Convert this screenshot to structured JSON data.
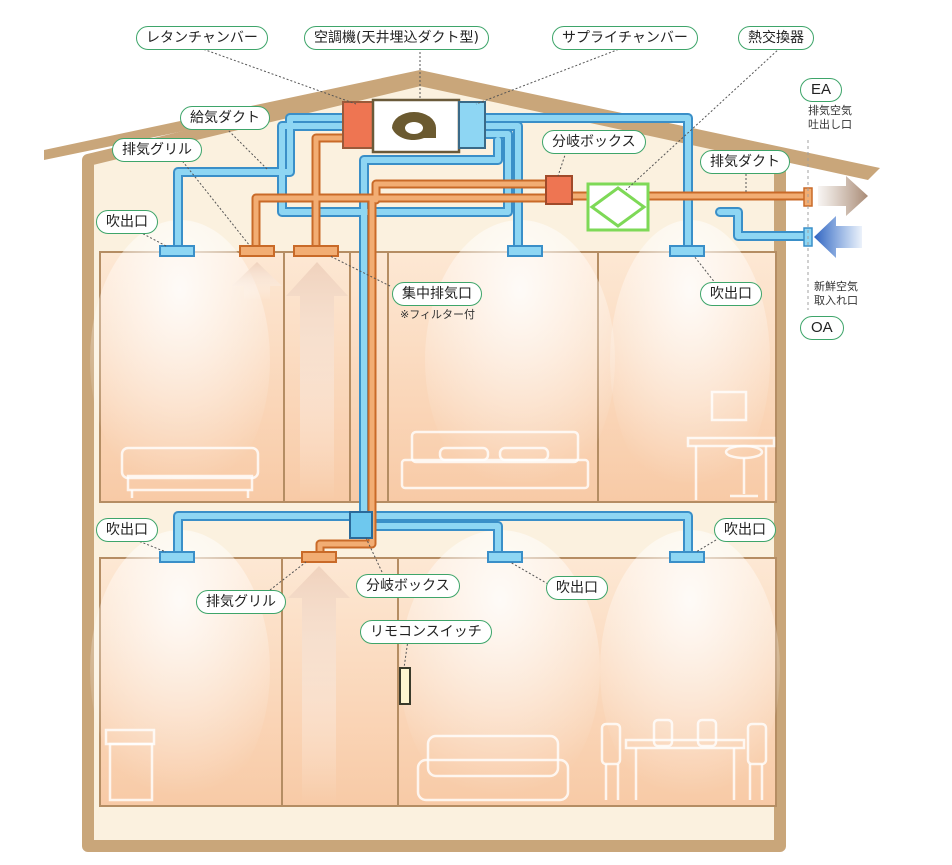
{
  "labels": {
    "return_chamber": "レタンチャンバー",
    "air_conditioner": "空調機(天井埋込ダクト型)",
    "supply_chamber": "サプライチャンバー",
    "heat_exchanger": "熱交換器",
    "ea": "EA",
    "ea_note": [
      "排気空気",
      "吐出し口"
    ],
    "supply_duct": "給気ダクト",
    "exhaust_grille_2f": "排気グリル",
    "branch_box_2f": "分岐ボックス",
    "exhaust_duct": "排気ダクト",
    "outlet_2f_left": "吹出口",
    "central_exhaust": "集中排気口",
    "central_exhaust_note": "※フィルター付",
    "outlet_2f_right": "吹出口",
    "oa_note": [
      "新鮮空気",
      "取入れ口"
    ],
    "oa": "OA",
    "outlet_1f_left": "吹出口",
    "outlet_1f_right": "吹出口",
    "exhaust_grille_1f": "排気グリル",
    "branch_box_1f": "分岐ボックス",
    "outlet_1f_center": "吹出口",
    "remote_switch": "リモコンスイッチ"
  },
  "colors": {
    "house_frame": "#c9a67a",
    "house_fill": "#fbf1df",
    "supply_duct": "#8ed6f3",
    "supply_duct_edge": "#3a8fc8",
    "exhaust_duct": "#f2ad73",
    "exhaust_duct_edge": "#c96a28",
    "return_chamber": "#ee7552",
    "heat_exchanger": "#7ed957",
    "label_border": "#3ea56a",
    "ea_arrow": "#b59a85",
    "oa_arrow": "#3b78d0"
  }
}
